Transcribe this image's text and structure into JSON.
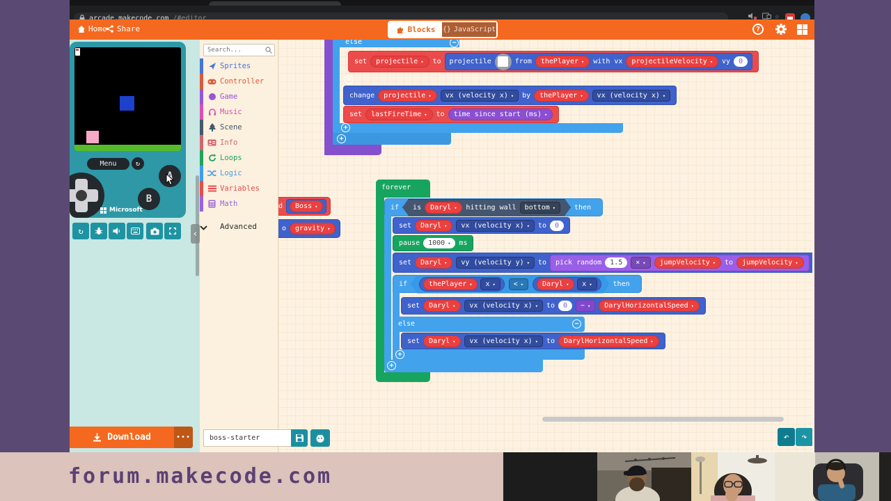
{
  "browser": {
    "url_host": "arcade.makecode.com",
    "url_path": "/#editor"
  },
  "header": {
    "home": "Home",
    "share": "Share",
    "blocks": "Blocks",
    "javascript": "JavaScript"
  },
  "icons": {
    "plus": "+",
    "minus": "−",
    "undo": "↶",
    "redo": "↷",
    "restart": "↻",
    "collapse": "‹",
    "help": "?",
    "braces": "{}",
    "ellipsis": "•••",
    "star": "☆",
    "speaker_mute": "🔇",
    "box": "⧉"
  },
  "simulator": {
    "menu": "Menu",
    "button_a": "A",
    "button_b": "B",
    "brand": "Microsoft"
  },
  "download": {
    "label": "Download"
  },
  "toolbox": {
    "search_placeholder": "Search...",
    "categories": [
      {
        "label": "Sprites",
        "color": "#4575d8"
      },
      {
        "label": "Controller",
        "color": "#d85b40"
      },
      {
        "label": "Game",
        "color": "#9657d6"
      },
      {
        "label": "Music",
        "color": "#dc4fb1"
      },
      {
        "label": "Scene",
        "color": "#44586e"
      },
      {
        "label": "Info",
        "color": "#d3656f"
      },
      {
        "label": "Loops",
        "color": "#1fa55e"
      },
      {
        "label": "Logic",
        "color": "#3f9ef2"
      },
      {
        "label": "Variables",
        "color": "#e84c4c"
      },
      {
        "label": "Math",
        "color": "#9a63e0"
      }
    ],
    "advanced": "Advanced"
  },
  "ws": {
    "top": {
      "else_label": "else",
      "set_proj": {
        "set": "set",
        "var": "projectile",
        "to": "to",
        "inner": {
          "projectile": "projectile",
          "from": "from",
          "player": "thePlayer",
          "withvx": "with vx",
          "vel": "projectileVelocity",
          "vy": "vy",
          "zero": "0"
        }
      },
      "change": {
        "change": "change",
        "var": "projectile",
        "prop": "vx (velocity x)",
        "by": "by",
        "player": "thePlayer",
        "prop2": "vx (velocity x)"
      },
      "set_fire": {
        "set": "set",
        "var": "lastFireTime",
        "to": "to",
        "val": "time since start (ms)"
      }
    },
    "frag": {
      "d": "d",
      "boss": "Boss",
      "o": "o",
      "gravity": "gravity"
    },
    "forever": {
      "label": "forever",
      "if1": {
        "if": "if",
        "is": "is",
        "var": "Daryl",
        "mid": "hitting wall",
        "dd": "bottom",
        "then": "then"
      },
      "set_vx0": {
        "set": "set",
        "var": "Daryl",
        "prop": "vx (velocity x)",
        "to": "to",
        "val": "0"
      },
      "pause": {
        "kw": "pause",
        "val": "1000",
        "ms": "ms"
      },
      "set_vy": {
        "set": "set",
        "var": "Daryl",
        "prop": "vy (velocity y)",
        "to": "to",
        "pick": "pick random",
        "num": "1.5",
        "op": "×",
        "v1": "jumpVelocity",
        "to2": "to",
        "v2": "jumpVelocity"
      },
      "if2": {
        "if": "if",
        "lv": "thePlayer",
        "lp": "x",
        "op": "<",
        "rv": "Daryl",
        "rp": "x",
        "then": "then"
      },
      "set_neg": {
        "set": "set",
        "var": "Daryl",
        "prop": "vx (velocity x)",
        "to": "to",
        "num": "0",
        "op": "−",
        "v2": "DarylHorizontalSpeed"
      },
      "else_label": "else",
      "set_pos": {
        "set": "set",
        "var": "Daryl",
        "prop": "vx (velocity x)",
        "to": "to",
        "v2": "DarylHorizontalSpeed"
      }
    }
  },
  "footer": {
    "filename": "boss-starter"
  },
  "banner": {
    "text": "forum.makecode.com"
  },
  "colors": {
    "header_orange": "#f4691f",
    "sim_teal": "#2e98a6",
    "panel_teal": "#c9e7e3",
    "workspace_cream": "#fdf2e2",
    "background_purple": "#5a4a73",
    "block_blue": "#3f62cc",
    "block_red": "#ec4b4b",
    "block_lightblue": "#42a2ec",
    "block_green": "#17a45f",
    "block_purple": "#9a5fe8",
    "block_navy": "#455670",
    "banner_pink": "#dcc3bb",
    "banner_text_purple": "#5b4173"
  }
}
